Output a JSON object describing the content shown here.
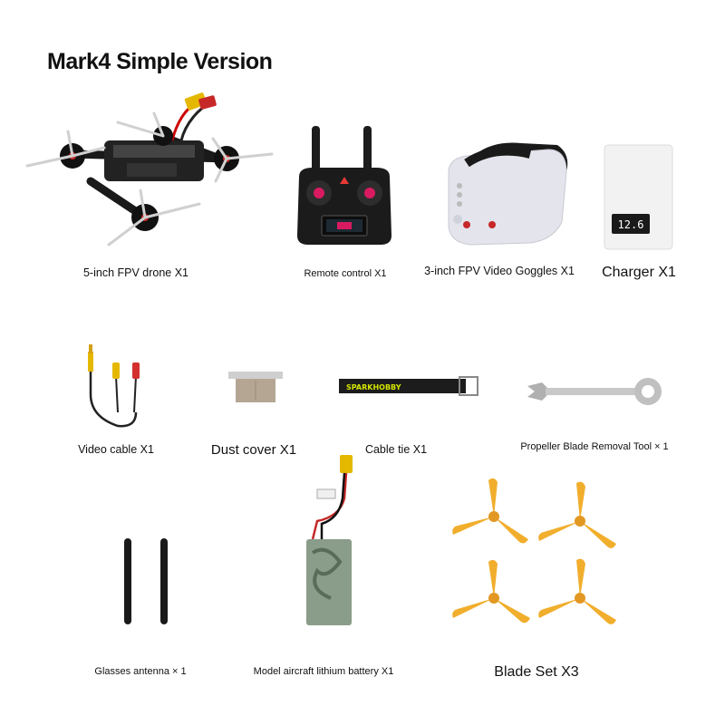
{
  "title": "Mark4 Simple Version",
  "items": {
    "drone": "5-inch FPV drone X1",
    "remote": "Remote control X1",
    "goggles": "3-inch FPV Video Goggles X1",
    "charger": "Charger X1",
    "video_cable": "Video cable X1",
    "dust_cover": "Dust cover X1",
    "cable_tie": "Cable tie X1",
    "removal_tool": "Propeller Blade Removal Tool × 1",
    "antenna": "Glasses antenna × 1",
    "battery": "Model aircraft lithium battery X1",
    "blades": "Blade Set X3"
  },
  "charger_display": "12.6",
  "cable_tie_brand": "SPARKHOBBY",
  "colors": {
    "propeller": "#f0a81c",
    "drone_frame": "#1a1a1a",
    "goggles_body": "#e4e4ec",
    "charger_body": "#f2f2f2",
    "battery_wrap": "#8a9c8a",
    "xt60_connector": "#e5b800"
  }
}
